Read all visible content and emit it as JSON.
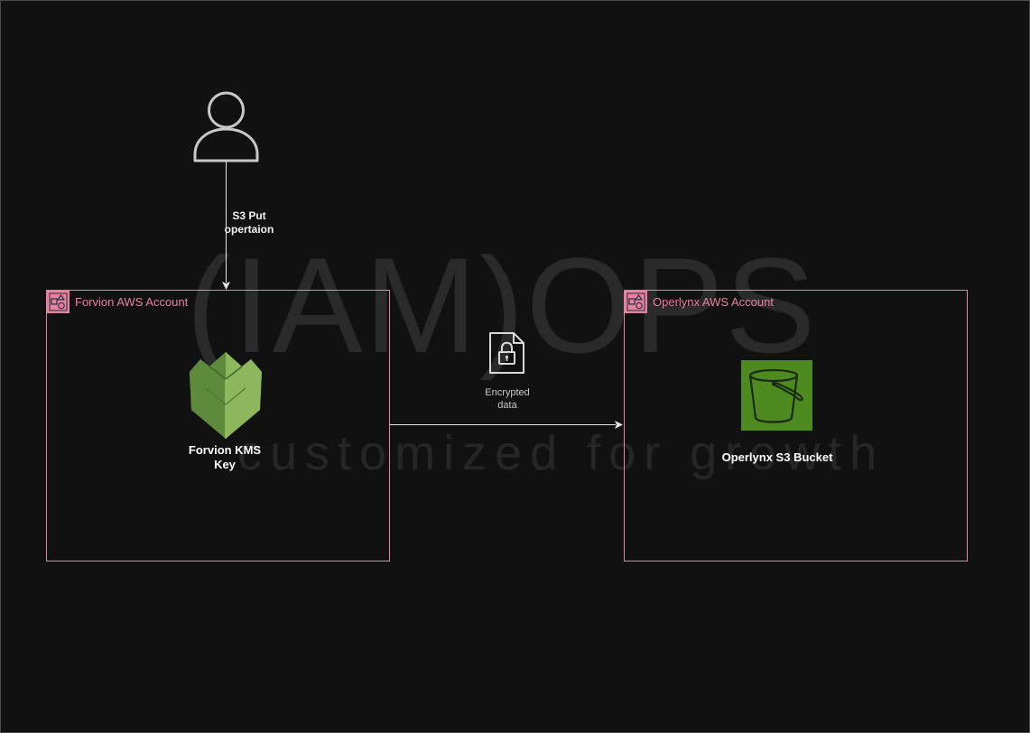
{
  "watermark": {
    "main": "(IAM)OPS",
    "sub": "customized for growth"
  },
  "user": {
    "icon": "user-icon"
  },
  "edges": {
    "s3_put_line1": "S3 Put",
    "s3_put_line2": "opertaion",
    "encrypted_line1": "Encrypted",
    "encrypted_line2": "data"
  },
  "accounts": {
    "forvion": {
      "title": "Forvion AWS Account",
      "icon": "aws-account-icon"
    },
    "operlynx": {
      "title": "Operlynx AWS Account",
      "icon": "aws-account-icon"
    }
  },
  "nodes": {
    "kms_key_line1": "Forvion KMS",
    "kms_key_line2": "Key",
    "s3_bucket": "Operlynx S3 Bucket"
  },
  "colors": {
    "background": "#121112",
    "account_border": "#e7829f",
    "kms_green": "#6b9a45",
    "s3_green": "#3f8624",
    "arrow": "#e6e6e6"
  }
}
